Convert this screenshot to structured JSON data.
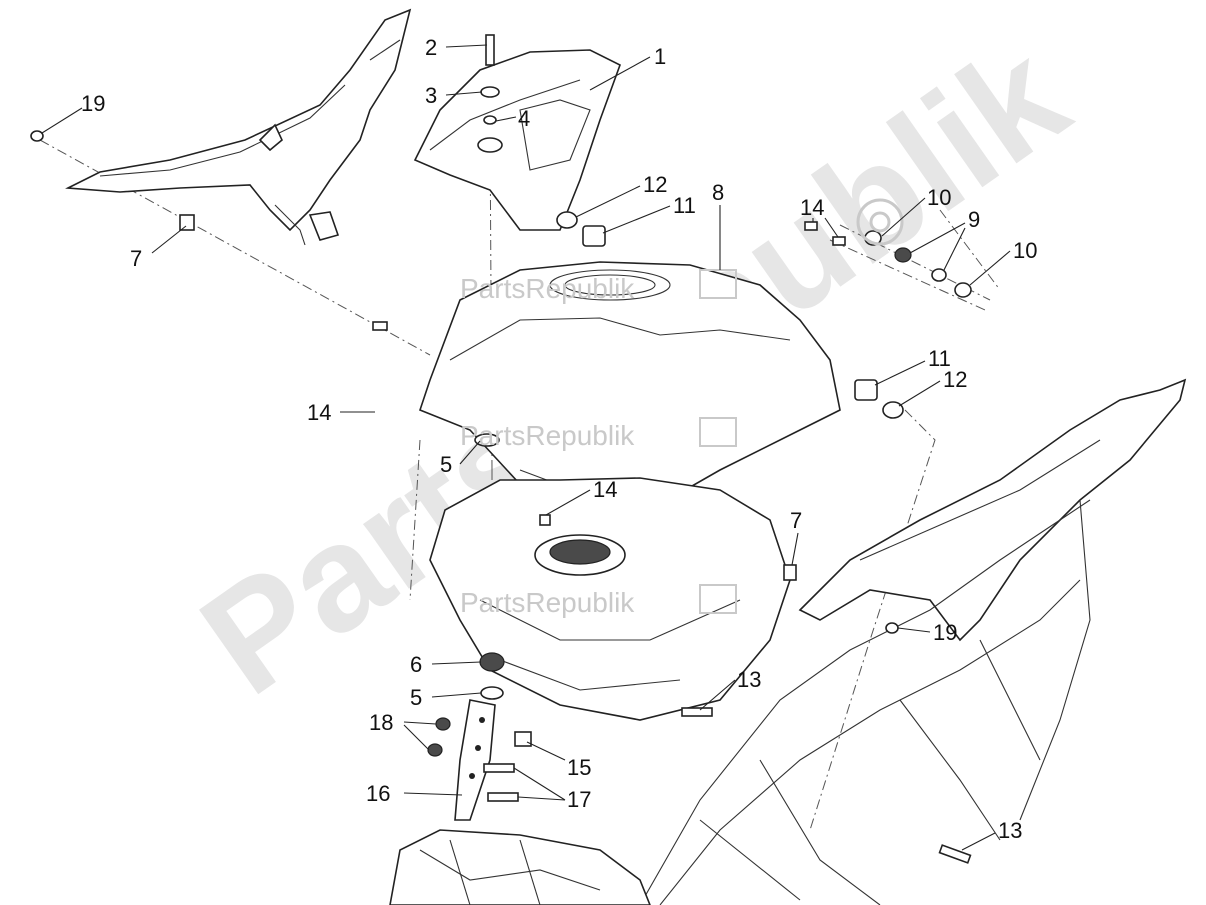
{
  "watermark": {
    "big_text": "PartsRepublik",
    "small_text": "PartsRepublik"
  },
  "callouts": [
    {
      "id": "c1",
      "label": "1"
    },
    {
      "id": "c2",
      "label": "2"
    },
    {
      "id": "c3",
      "label": "3"
    },
    {
      "id": "c4",
      "label": "4"
    },
    {
      "id": "c5a",
      "label": "5"
    },
    {
      "id": "c5b",
      "label": "5"
    },
    {
      "id": "c6",
      "label": "6"
    },
    {
      "id": "c7a",
      "label": "7"
    },
    {
      "id": "c7b",
      "label": "7"
    },
    {
      "id": "c8",
      "label": "8"
    },
    {
      "id": "c9",
      "label": "9"
    },
    {
      "id": "c10a",
      "label": "10"
    },
    {
      "id": "c10b",
      "label": "10"
    },
    {
      "id": "c11a",
      "label": "11"
    },
    {
      "id": "c11b",
      "label": "11"
    },
    {
      "id": "c12a",
      "label": "12"
    },
    {
      "id": "c12b",
      "label": "12"
    },
    {
      "id": "c13a",
      "label": "13"
    },
    {
      "id": "c13b",
      "label": "13"
    },
    {
      "id": "c14a",
      "label": "14"
    },
    {
      "id": "c14b",
      "label": "14"
    },
    {
      "id": "c14c",
      "label": "14"
    },
    {
      "id": "c15",
      "label": "15"
    },
    {
      "id": "c16",
      "label": "16"
    },
    {
      "id": "c17",
      "label": "17"
    },
    {
      "id": "c18",
      "label": "18"
    },
    {
      "id": "c19a",
      "label": "19"
    },
    {
      "id": "c19b",
      "label": "19"
    }
  ]
}
